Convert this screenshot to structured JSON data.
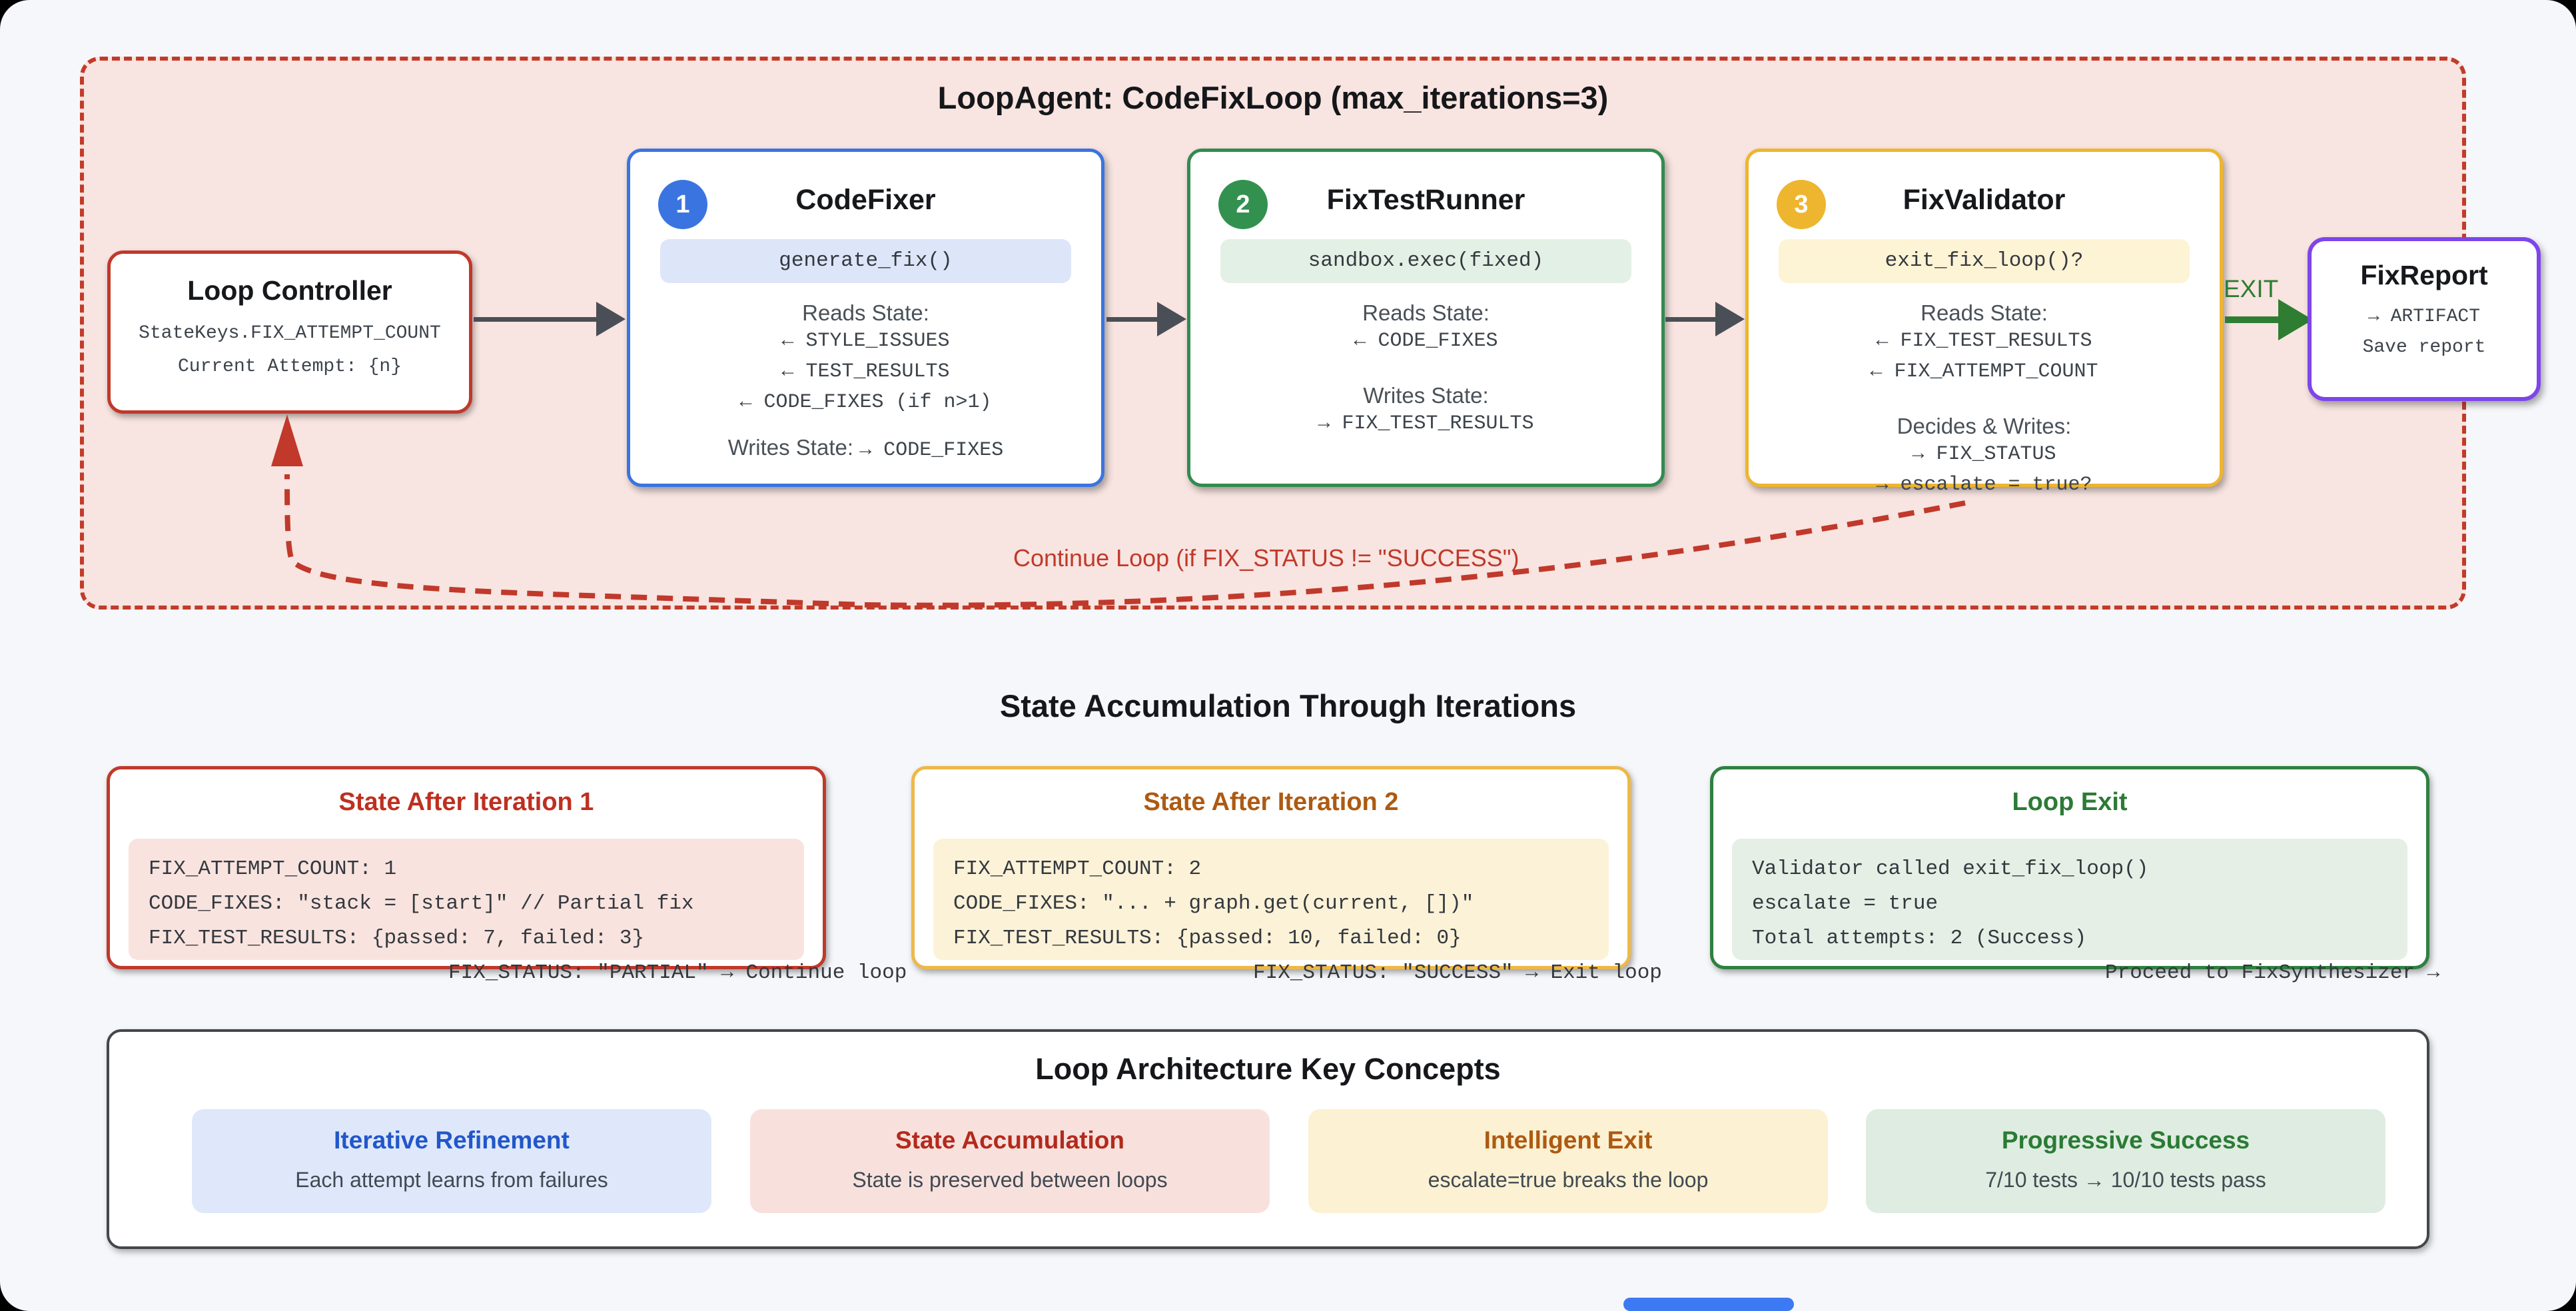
{
  "palette": {
    "page_bg": "#f5f7fa",
    "loop_bg": "#f8e4e0",
    "loop_border_red": "#c23b2a",
    "controller_red": "#c0392b",
    "agent_blue": "#3a74e0",
    "agent_green": "#339150",
    "agent_amber": "#eeb52e",
    "report_purple": "#7e45ea",
    "arrow_gray": "#4a4f57",
    "exit_green": "#2e7d32",
    "state_red": "#c0392b",
    "state_yellow": "#eeb849",
    "state_green": "#2f8040",
    "concept_blue_title": "#2257c9",
    "concept_red_title": "#b32a1c",
    "concept_orange_title": "#ad5a12",
    "concept_green_title": "#2a7b35"
  },
  "loop": {
    "title": "LoopAgent: CodeFixLoop (max_iterations=3)",
    "controller": {
      "title": "Loop Controller",
      "state_key": "StateKeys.FIX_ATTEMPT_COUNT",
      "attempt": "Current Attempt: {n}"
    },
    "agents": [
      {
        "num": "1",
        "title": "CodeFixer",
        "pill": "generate_fix()",
        "reads_label": "Reads State:",
        "reads": [
          "← STYLE_ISSUES",
          "← TEST_RESULTS",
          "← CODE_FIXES (if n>1)"
        ],
        "writes_label": "Writes State:",
        "writes_inline": "→ CODE_FIXES"
      },
      {
        "num": "2",
        "title": "FixTestRunner",
        "pill": "sandbox.exec(fixed)",
        "reads_label": "Reads State:",
        "reads": [
          "← CODE_FIXES"
        ],
        "writes_label": "Writes State:",
        "writes": [
          "→ FIX_TEST_RESULTS"
        ]
      },
      {
        "num": "3",
        "title": "FixValidator",
        "pill": "exit_fix_loop()?",
        "reads_label": "Reads State:",
        "reads": [
          "← FIX_TEST_RESULTS",
          "← FIX_ATTEMPT_COUNT"
        ],
        "writes_label": "Decides & Writes:",
        "writes": [
          "→ FIX_STATUS",
          "→ escalate = true?"
        ]
      }
    ],
    "exit_label": "EXIT",
    "report": {
      "title": "FixReport",
      "lines": [
        "→ ARTIFACT",
        "Save report"
      ]
    },
    "continue_label": "Continue Loop (if FIX_STATUS != \"SUCCESS\")"
  },
  "state_section": {
    "title": "State Accumulation Through Iterations",
    "cards": [
      {
        "title": "State After Iteration 1",
        "lines": [
          "FIX_ATTEMPT_COUNT: 1",
          "CODE_FIXES: \"stack = [start]\" // Partial fix",
          "FIX_TEST_RESULTS: {passed: 7, failed: 3}"
        ],
        "overflow_line": "FIX_STATUS: \"PARTIAL\" → Continue loop"
      },
      {
        "title": "State After Iteration 2",
        "lines": [
          "FIX_ATTEMPT_COUNT: 2",
          "CODE_FIXES: \"... + graph.get(current, [])\"",
          "FIX_TEST_RESULTS: {passed: 10, failed: 0}"
        ],
        "overflow_line": "FIX_STATUS: \"SUCCESS\" → Exit loop"
      },
      {
        "title": "Loop Exit",
        "lines": [
          "Validator called exit_fix_loop()",
          "escalate = true",
          "Total attempts: 2 (Success)"
        ],
        "overflow_line": "Proceed to FixSynthesizer →"
      }
    ]
  },
  "concepts": {
    "title": "Loop Architecture Key Concepts",
    "cards": [
      {
        "title": "Iterative Refinement",
        "subtitle": "Each attempt learns from failures"
      },
      {
        "title": "State Accumulation",
        "subtitle": "State is preserved between loops"
      },
      {
        "title": "Intelligent Exit",
        "subtitle": "escalate=true breaks the loop"
      },
      {
        "title": "Progressive Success",
        "subtitle": "7/10 tests → 10/10 tests pass"
      }
    ]
  }
}
